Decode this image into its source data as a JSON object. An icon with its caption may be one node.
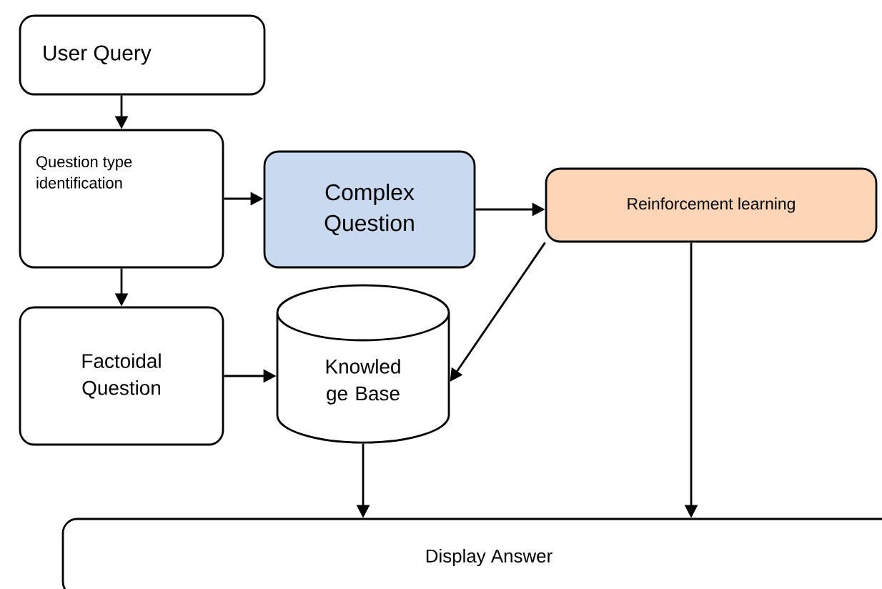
{
  "diagram": {
    "nodes": [
      {
        "text": [
          "User Query"
        ]
      },
      {
        "text": [
          "Question type identification"
        ]
      },
      {
        "text": [
          "Complex Question"
        ]
      },
      {
        "text": [
          "Reinforcement learning"
        ]
      },
      {
        "text": [
          "Factoidal Question"
        ]
      },
      {
        "text": [
          "Knowled ge Base"
        ]
      },
      {
        "text": [
          "Display Answer"
        ]
      }
    ],
    "edges": [
      {
        "from": 0,
        "to": 1,
        "arrow": "to"
      },
      {
        "from": 1,
        "to": 2,
        "arrow": "to"
      },
      {
        "from": 1,
        "to": 4,
        "arrow": "to"
      },
      {
        "from": 2,
        "to": 3,
        "arrow": "to"
      },
      {
        "from": 3,
        "to": 5,
        "arrow": "to"
      },
      {
        "from": 4,
        "to": 5,
        "arrow": "to"
      },
      {
        "from": 5,
        "to": 6,
        "arrow": "to"
      },
      {
        "from": 3,
        "to": 6,
        "arrow": "to"
      }
    ]
  }
}
